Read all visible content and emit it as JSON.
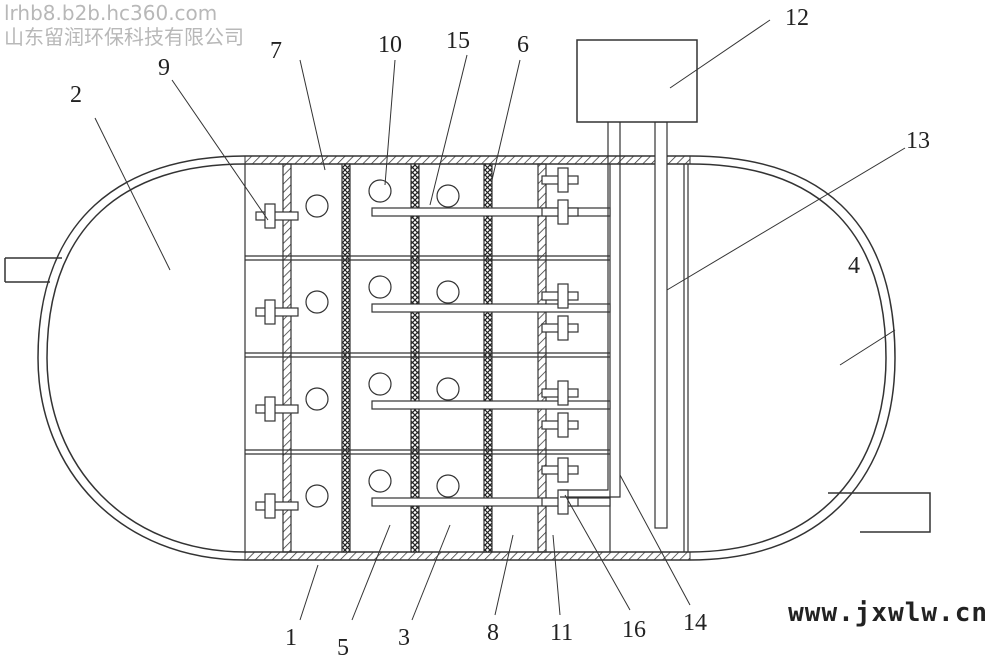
{
  "watermark": {
    "line1": "lrhb8.b2b.hc360.com",
    "line2": "山东留润环保科技有限公司"
  },
  "site_mark": "www.jxwlw.cn",
  "labels": [
    "1",
    "2",
    "3",
    "4",
    "5",
    "6",
    "7",
    "8",
    "9",
    "10",
    "11",
    "12",
    "13",
    "14",
    "15",
    "16"
  ],
  "rows": 4
}
